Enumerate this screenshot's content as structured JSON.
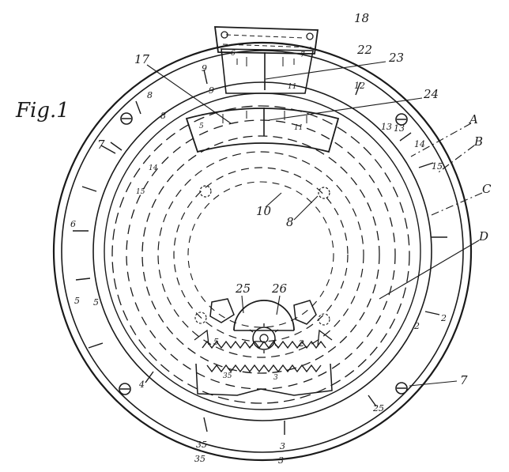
{
  "figure": {
    "title": "Fig.1"
  },
  "reference_labels": {
    "r18": "18",
    "r22": "22",
    "r23": "23",
    "r17": "17",
    "r24": "24",
    "rA": "A",
    "rB": "B",
    "rC": "C",
    "rD": "D",
    "r10": "10",
    "r8": "8",
    "r25": "25",
    "r26": "26",
    "r7": "7"
  },
  "outer_scale": {
    "n9": "9",
    "n8": "8",
    "n7": "7",
    "n6": "6",
    "n5": "5",
    "n4": "4",
    "n12": "12",
    "n13": "13",
    "n14": "14",
    "n15": "15",
    "n2": "2",
    "n3": "3",
    "n25": "25",
    "n35": "35"
  },
  "inner_scale": {
    "n9": "9",
    "n8": "8",
    "n14": "14",
    "n15": "15",
    "n13": "13",
    "n5": "5",
    "n2": "2",
    "n3": "3",
    "n35": "35"
  },
  "window_scale": {
    "n6": "6",
    "n7": "7",
    "n11": "11"
  },
  "gear_labels": {
    "left": "5",
    "right": "2",
    "low_left": "35",
    "low_mid": "3"
  }
}
